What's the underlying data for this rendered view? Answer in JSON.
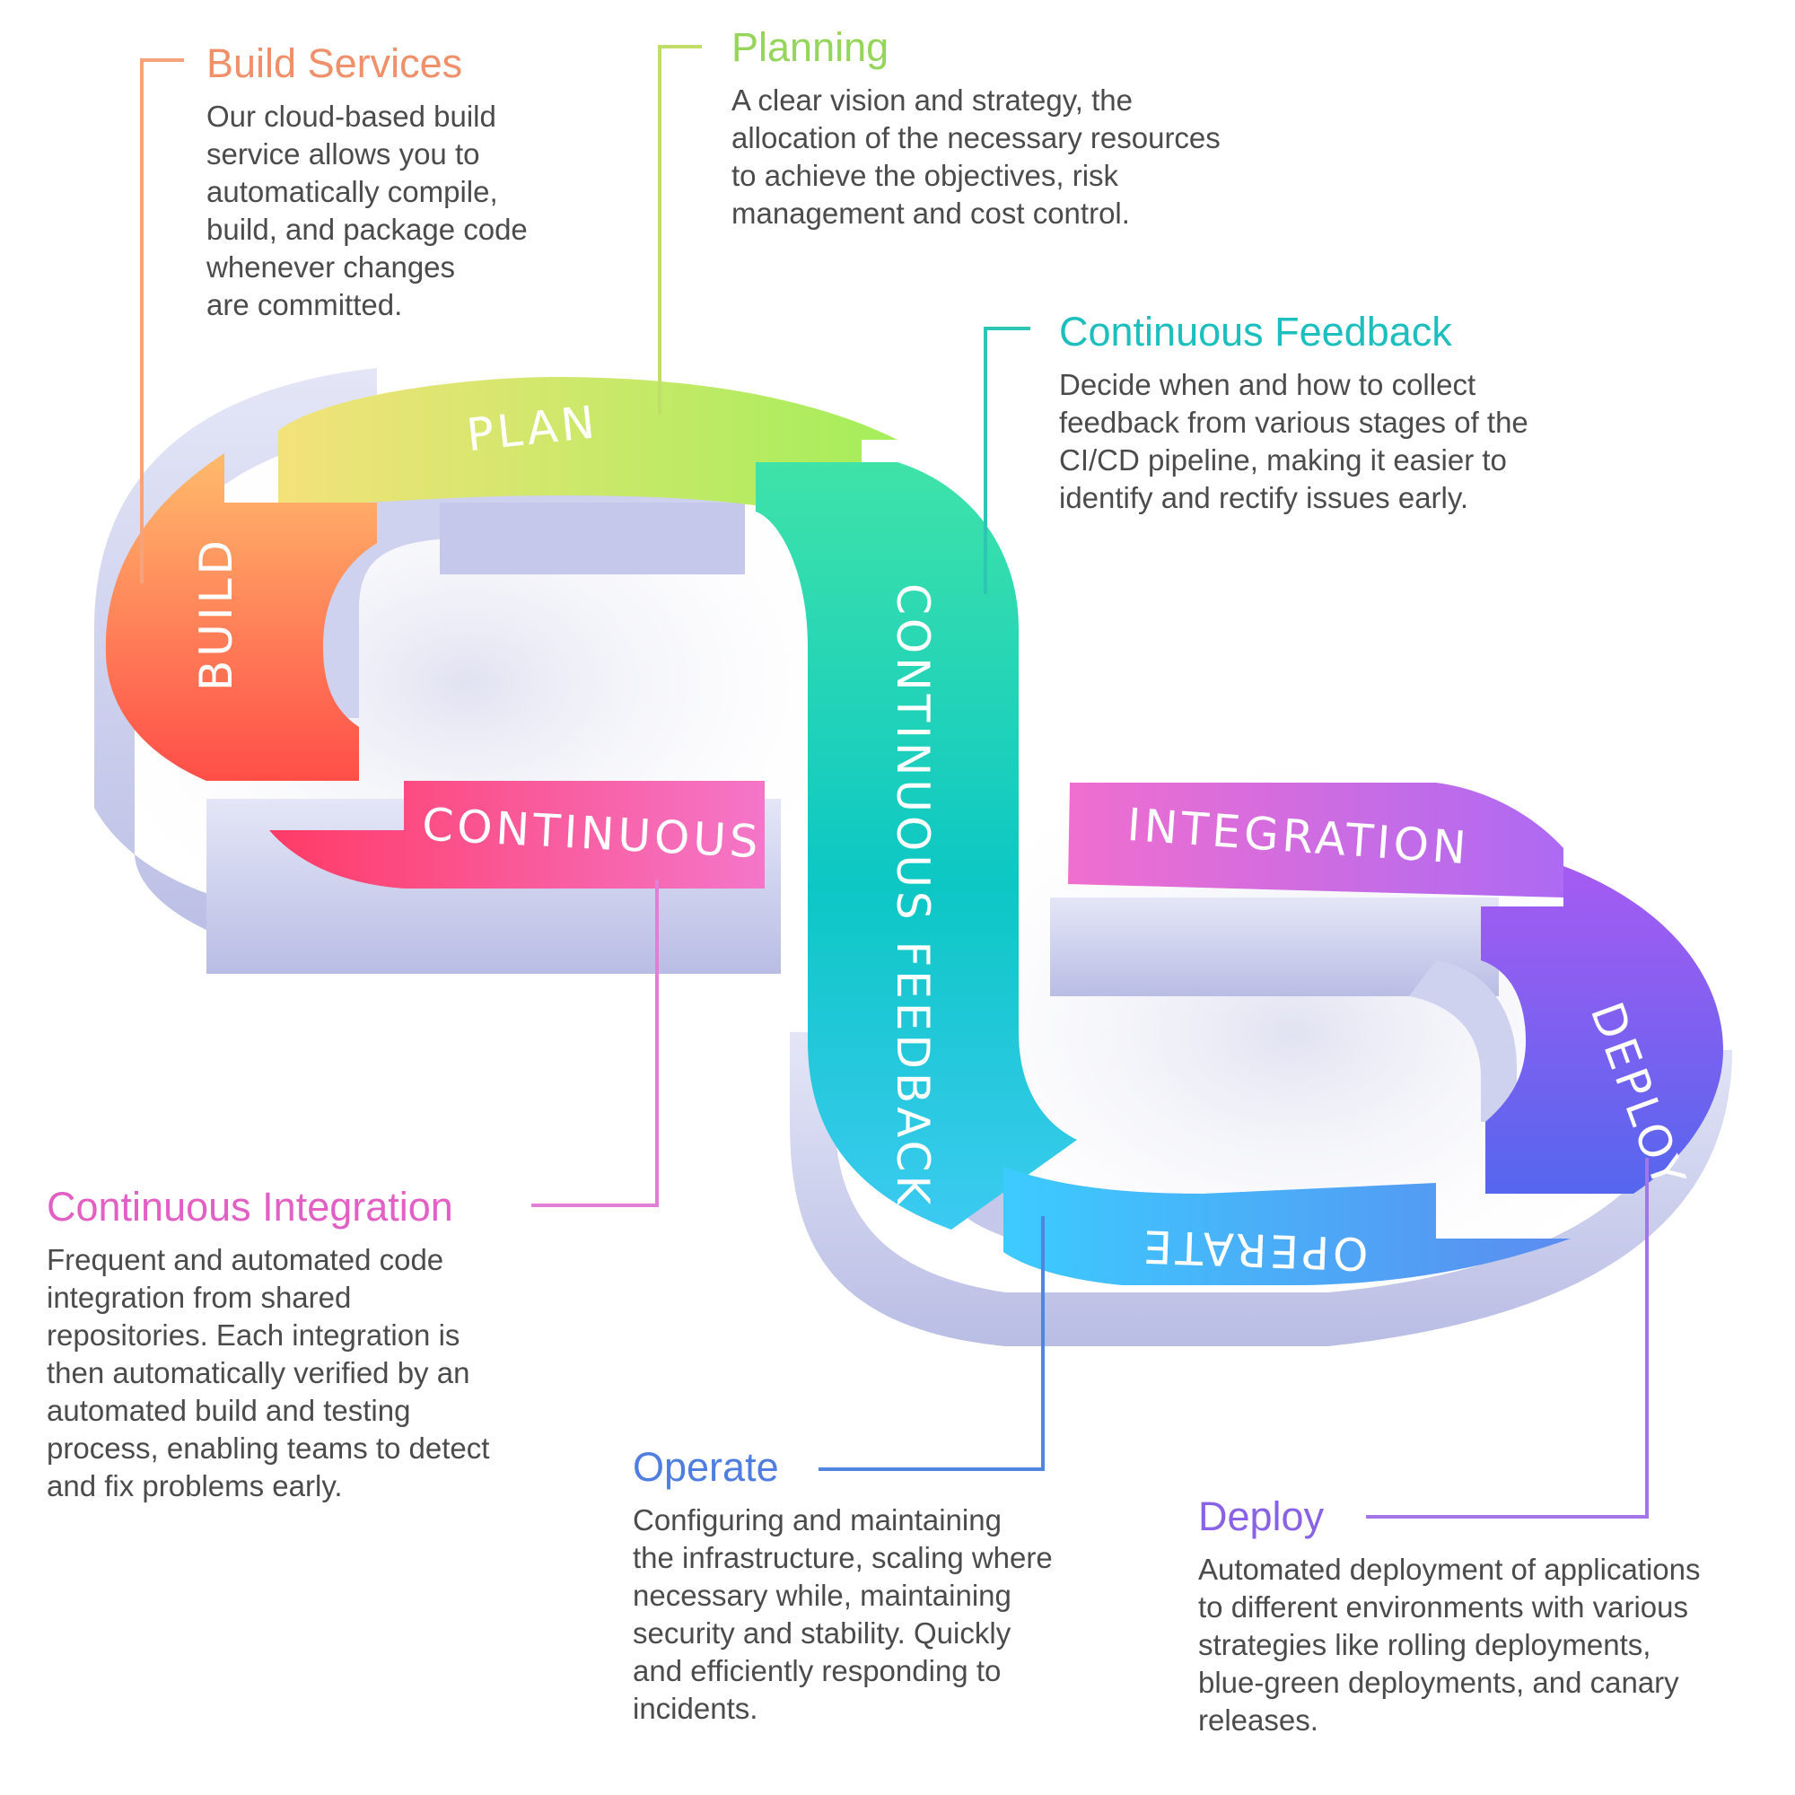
{
  "loop_labels": {
    "plan": "PLAN",
    "build": "BUILD",
    "continuous": "CONTINUOUS",
    "continuous_feedback": "CONTINUOUS FEEDBACK",
    "integration": "INTEGRATION",
    "deploy": "DEPLOY",
    "operate": "OPERATE"
  },
  "callouts": {
    "build_services": {
      "title": "Build Services",
      "text": "Our cloud-based build\nservice allows you to\nautomatically compile,\nbuild, and package code\nwhenever changes\nare committed.",
      "color": "#f0906a"
    },
    "planning": {
      "title": "Planning",
      "text": "A clear vision and strategy, the\nallocation of the necessary resources\nto achieve the objectives, risk\nmanagement and cost control.",
      "color": "#95d55a"
    },
    "continuous_feedback": {
      "title": "Continuous Feedback",
      "text": "Decide when and how to collect\nfeedback from various stages of the\nCI/CD pipeline, making it easier to\nidentify and rectify issues early.",
      "color": "#1cbfbd"
    },
    "continuous_integration": {
      "title": "Continuous Integration",
      "text": "Frequent and automated code\nintegration from shared\nrepositories. Each integration is\nthen automatically verified by an\nautomated build and testing\nprocess, enabling teams to detect\nand fix problems early.",
      "color": "#e25fc4"
    },
    "operate": {
      "title": "Operate",
      "text": "Configuring and maintaining\nthe infrastructure, scaling where\nnecessary while, maintaining\nsecurity and stability. Quickly\nand efficiently responding to\nincidents.",
      "color": "#4f7ee0"
    },
    "deploy": {
      "title": "Deploy",
      "text": "Automated deployment of applications\nto different environments with various\nstrategies like rolling deployments,\nblue-green deployments, and canary\nreleases.",
      "color": "#8a62e6"
    }
  },
  "colors": {
    "wall": "#c7cae8",
    "wall_light": "#e3e5f6",
    "plan": [
      "#f3e27a",
      "#a6ec5c"
    ],
    "build": [
      "#ffb46a",
      "#ff5b4a"
    ],
    "continuous": [
      "#ff3f6a",
      "#f472c8"
    ],
    "feedback": [
      "#3ee0a6",
      "#10c6c6",
      "#38c8f0"
    ],
    "integration": [
      "#ef6dd0",
      "#b16af2"
    ],
    "deploy": [
      "#a15cf2",
      "#5967ee"
    ],
    "operate": [
      "#3cc8ff",
      "#5a8ef0"
    ]
  }
}
